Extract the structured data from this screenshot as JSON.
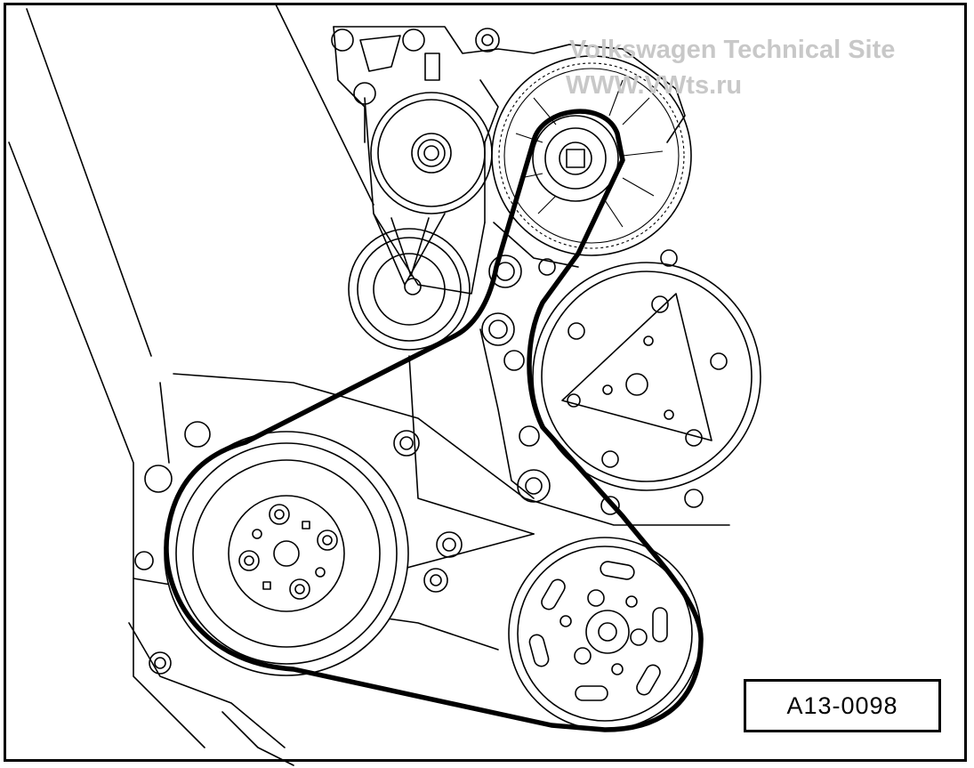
{
  "figure": {
    "label": "A13-0098",
    "watermark_line1": "Volkswagen Technical Site",
    "watermark_line2": "WWW.VWts.ru"
  },
  "colors": {
    "ink": "#000000",
    "paper": "#ffffff",
    "watermark": "#c8c8c8"
  }
}
